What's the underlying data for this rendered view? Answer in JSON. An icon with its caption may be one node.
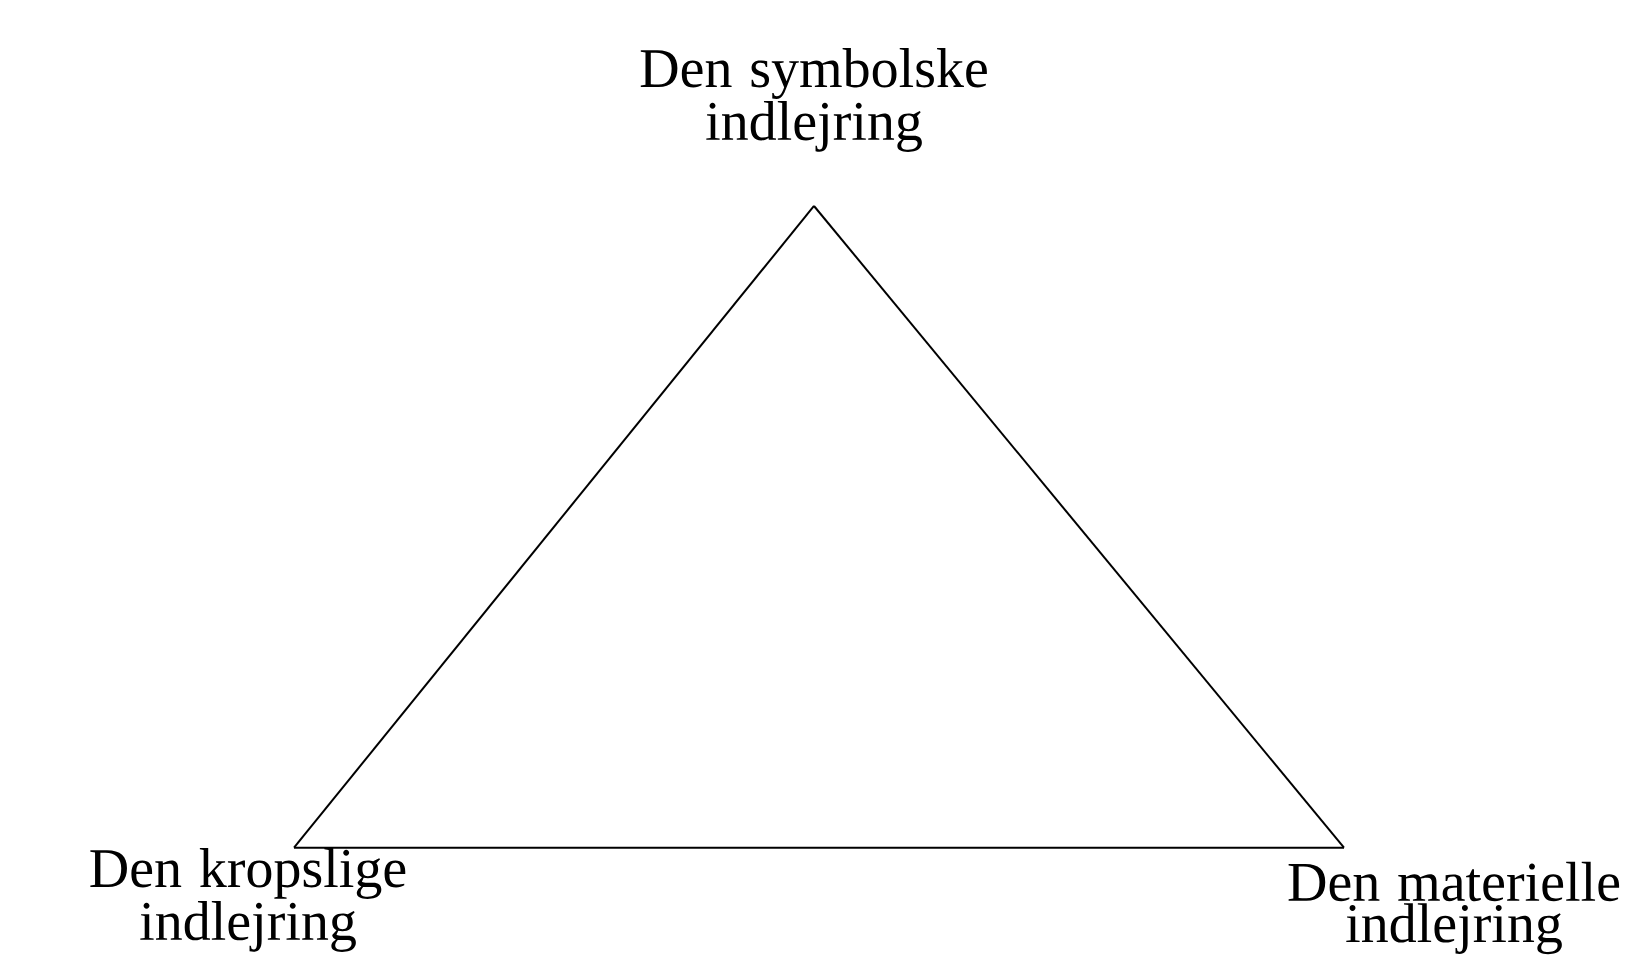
{
  "diagram": {
    "nodes": [
      {
        "text": [
          "Den symbolske indlejring"
        ]
      },
      {
        "text": [
          "Den kropslige indlejring"
        ]
      },
      {
        "text": [
          "Den materielle indlejring"
        ]
      }
    ],
    "edges": [
      {
        "from": 0,
        "to": 1,
        "arrow": "none"
      },
      {
        "from": 1,
        "to": 2,
        "arrow": "none"
      },
      {
        "from": 2,
        "to": 0,
        "arrow": "none"
      }
    ]
  }
}
